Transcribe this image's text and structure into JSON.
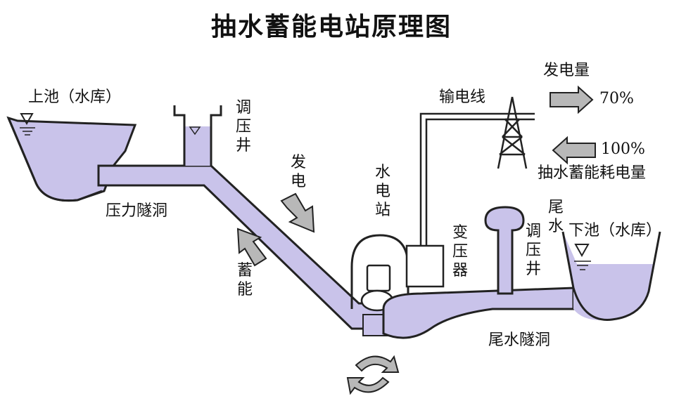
{
  "title": "抽水蓄能电站原理图",
  "labels": {
    "upper_reservoir": "上池（水库）",
    "pressure_tunnel": "压力隧洞",
    "surge_shaft_upper": "调压井",
    "generate": "发电",
    "storage": "蓄能",
    "hydro_station": "水电站",
    "transformer": "变压器",
    "transmission_line": "输电线",
    "tailwater": "尾水",
    "surge_shaft_lower": "调压井",
    "lower_reservoir": "下池（水库）",
    "tail_tunnel": "尾水隧洞",
    "generation_output": "发电量",
    "generation_pct": "70%",
    "pumping_input_pct": "100%",
    "pumping_consumption": "抽水蓄能耗电量"
  },
  "colors": {
    "water": "#c9c3ea",
    "outline": "#222222",
    "arrow_fill": "#b8b8b8"
  }
}
